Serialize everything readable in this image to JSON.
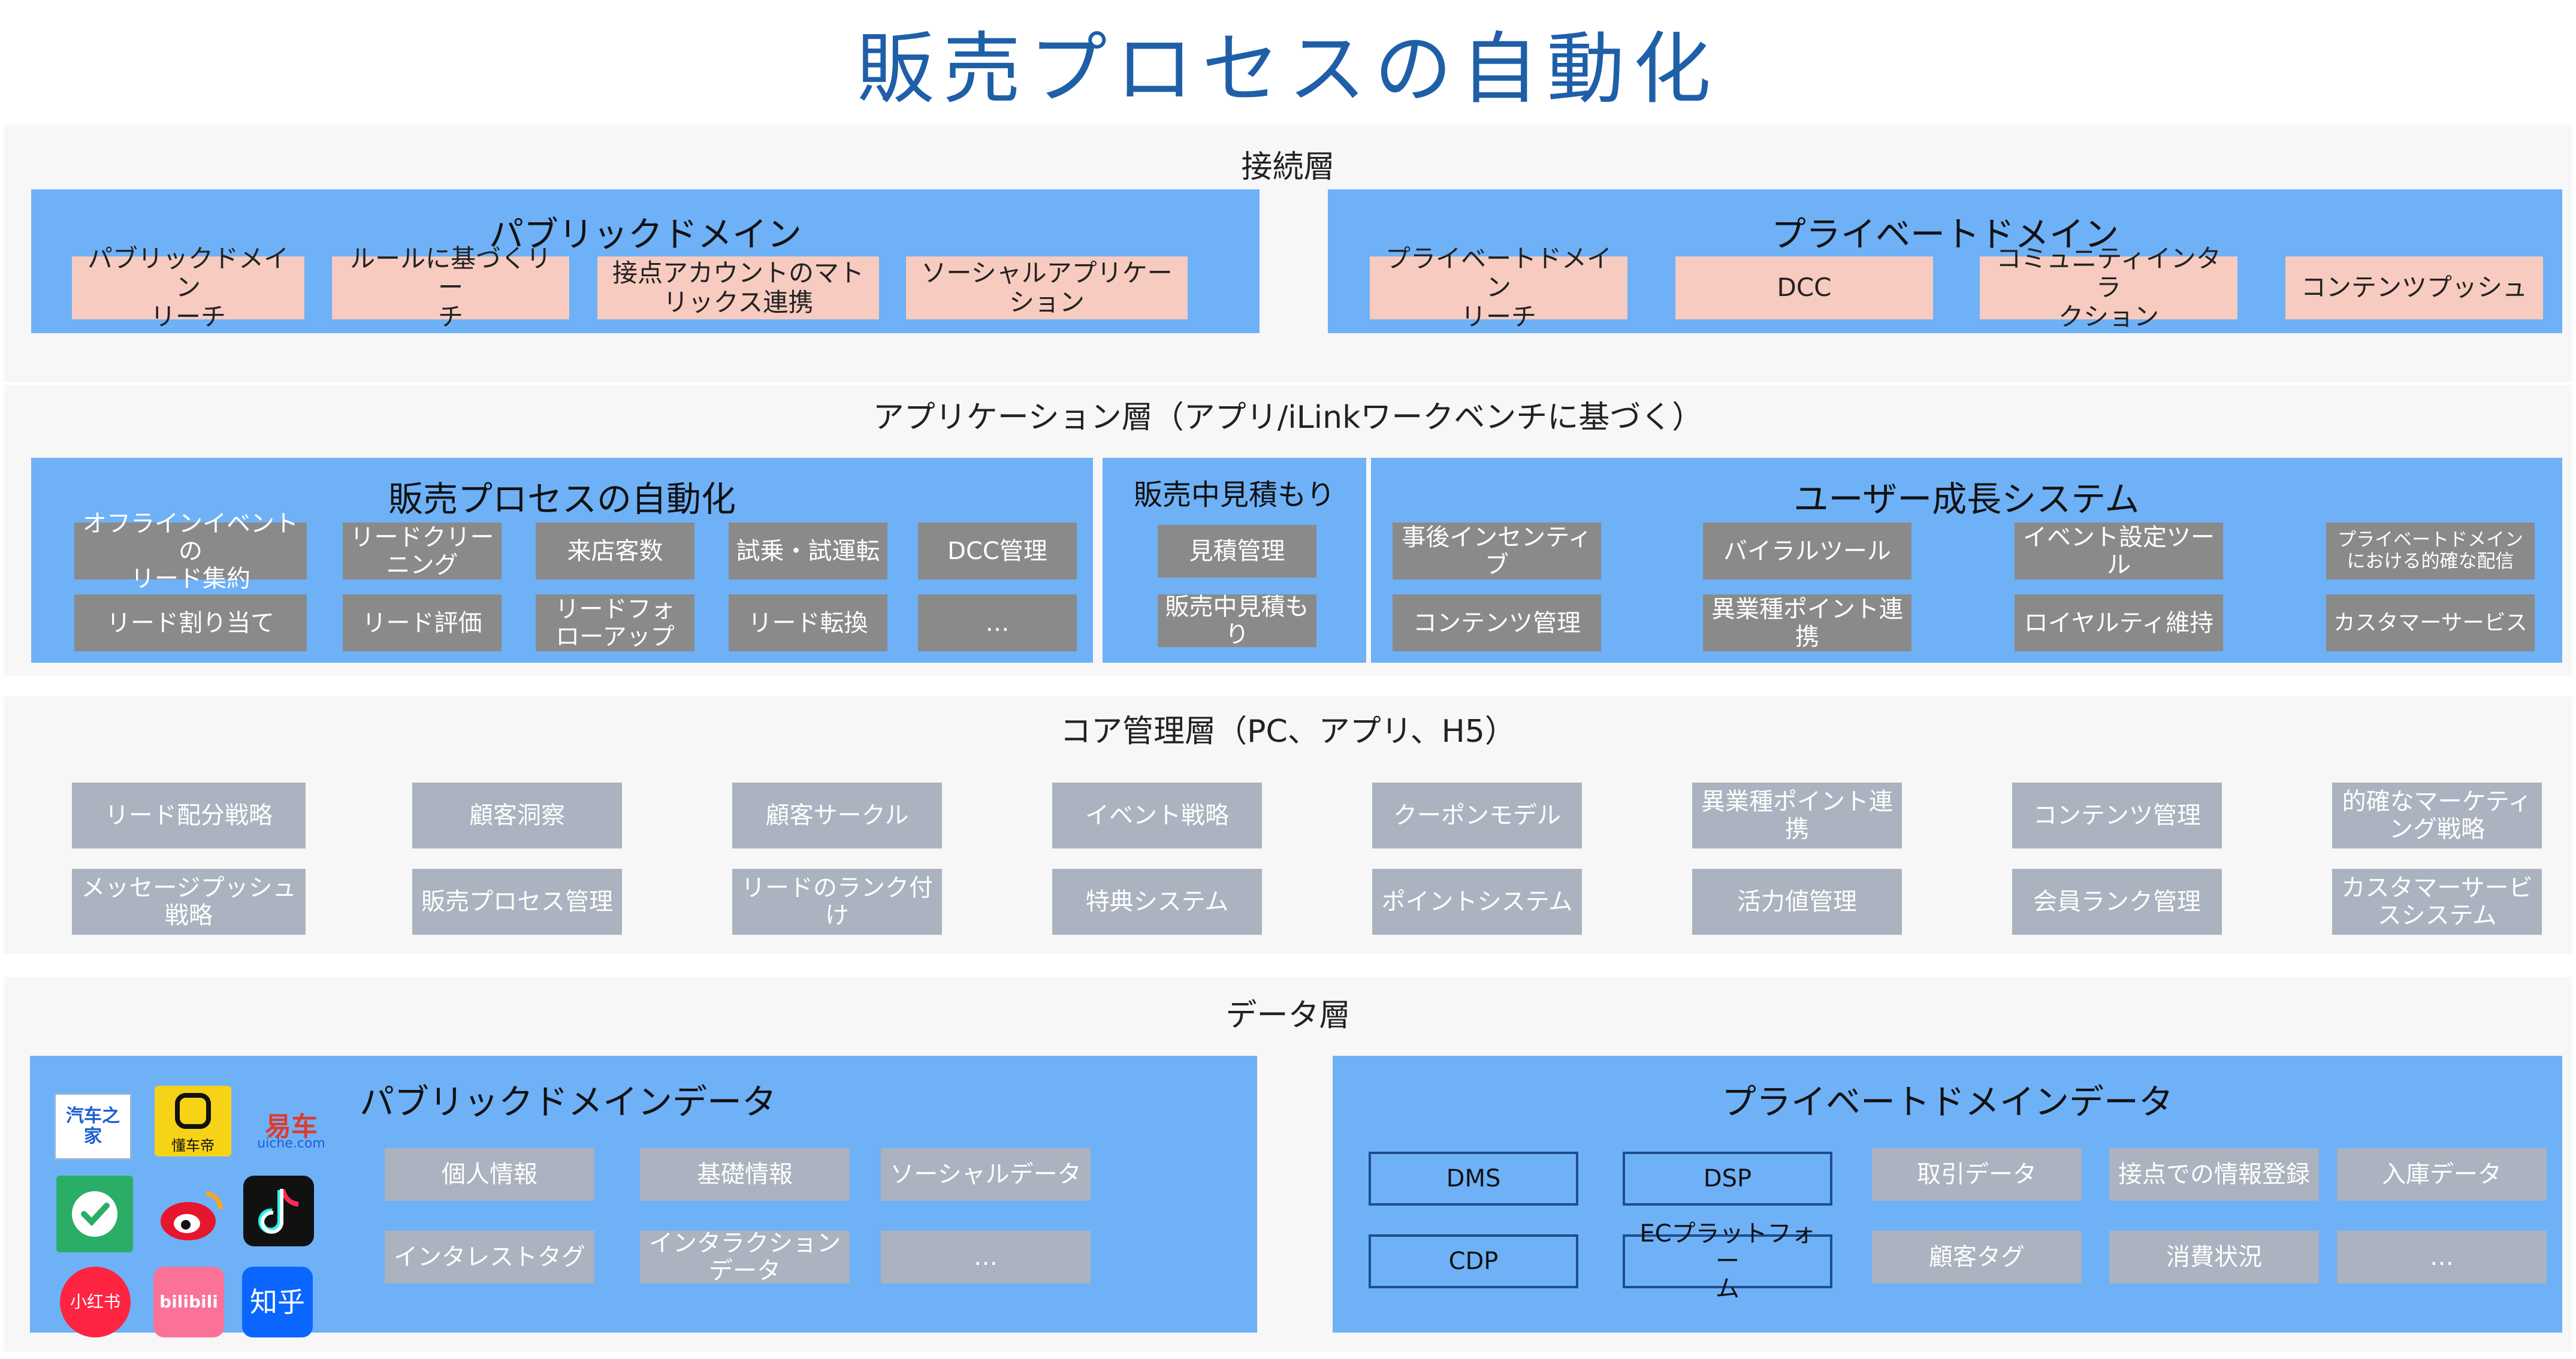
{
  "title": "販売プロセスの自動化",
  "connection": {
    "title": "接続層",
    "public": {
      "title": "パブリックドメイン",
      "items": [
        "パブリックドメイン\nリーチ",
        "ルールに基づくリー\nチ",
        "接点アカウントのマト\nリックス連携",
        "ソーシャルアプリケー\nション"
      ]
    },
    "private": {
      "title": "プライベートドメイン",
      "items": [
        "プライベートドメイン\nリーチ",
        "DCC",
        "コミュニティインタラ\nクション",
        "コンテンツプッシュ"
      ]
    }
  },
  "application": {
    "title": "アプリケーション層（アプリ/iLinkワークベンチに基づく）",
    "sales": {
      "title": "販売プロセスの自動化",
      "row1": [
        "オフラインイベントの\nリード集約",
        "リードクリー\nニング",
        "来店客数",
        "試乗・試運転",
        "DCC管理"
      ],
      "row2": [
        "リード割り当て",
        "リード評価",
        "リードフォ\nローアップ",
        "リード転換",
        "…"
      ]
    },
    "quote": {
      "title": "販売中見積もり",
      "items": [
        "見積管理",
        "販売中見積も\nり"
      ]
    },
    "growth": {
      "title": "ユーザー成長システム",
      "row1": [
        "事後インセンティ\nブ",
        "バイラルツール",
        "イベント設定ツー\nル",
        "プライベートドメイン\nにおける的確な配信"
      ],
      "row2": [
        "コンテンツ管理",
        "異業種ポイント連\n携",
        "ロイヤルティ維持",
        "カスタマーサービス"
      ]
    }
  },
  "core": {
    "title": "コア管理層（PC、アプリ、H5）",
    "row1": [
      "リード配分戦略",
      "顧客洞察",
      "顧客サークル",
      "イベント戦略",
      "クーポンモデル",
      "異業種ポイント連\n携",
      "コンテンツ管理",
      "的確なマーケティ\nング戦略"
    ],
    "row2": [
      "メッセージプッシュ\n戦略",
      "販売プロセス管理",
      "リードのランク付\nけ",
      "特典システム",
      "ポイントシステム",
      "活力値管理",
      "会員ランク管理",
      "カスタマーサービ\nスシステム"
    ]
  },
  "data": {
    "title": "データ層",
    "public": {
      "title": "パブリックドメインデータ",
      "row1": [
        "個人情報",
        "基礎情報",
        "ソーシャルデータ"
      ],
      "row2": [
        "インタレストタグ",
        "インタラクション\nデータ",
        "…"
      ]
    },
    "private": {
      "title": "プライベートドメインデータ",
      "row1": [
        "DMS",
        "DSP",
        "取引データ",
        "接点での情報登録",
        "入庫データ"
      ],
      "row2": [
        "CDP",
        "ECプラットフォー\nム",
        "顧客タグ",
        "消費状況",
        "…"
      ]
    },
    "logos": [
      {
        "name": "autohome-logo",
        "label": "汽车之家",
        "color": "#1b5fd1"
      },
      {
        "name": "dongchedi-logo",
        "label": "懂车帝",
        "color": "#f7d318"
      },
      {
        "name": "yiche-logo",
        "label": "易车",
        "color": "#e03a2c"
      },
      {
        "name": "wechat-logo",
        "label": "",
        "color": "#2aae67"
      },
      {
        "name": "weibo-logo",
        "label": "",
        "color": "#e6162d"
      },
      {
        "name": "douyin-logo",
        "label": "",
        "color": "#111111"
      },
      {
        "name": "xiaohongshu-logo",
        "label": "小红书",
        "color": "#ff2442"
      },
      {
        "name": "bilibili-logo",
        "label": "bilibili",
        "color": "#fb7299"
      },
      {
        "name": "zhihu-logo",
        "label": "知乎",
        "color": "#0a66ff"
      }
    ]
  }
}
